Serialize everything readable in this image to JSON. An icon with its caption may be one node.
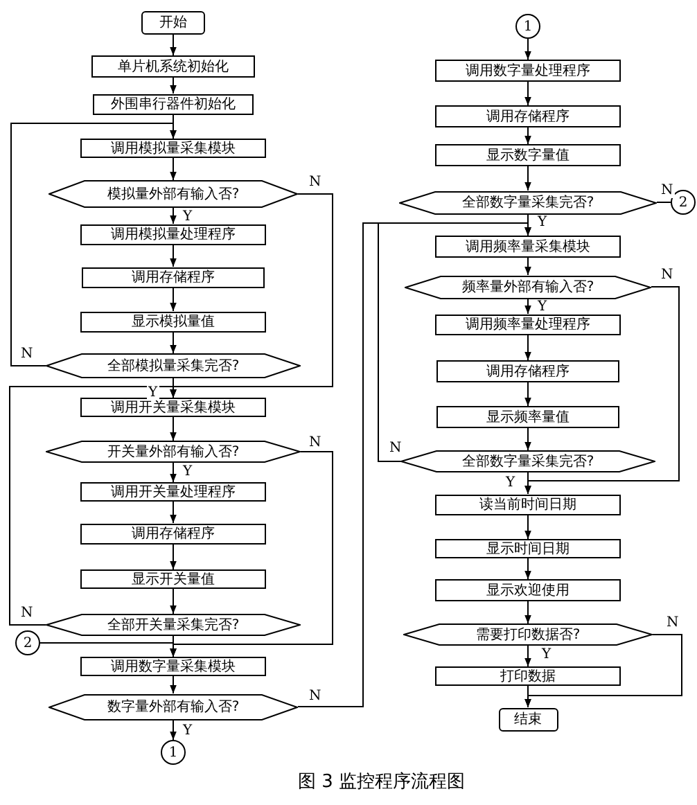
{
  "diagram": {
    "caption": "图 3 监控程序流程图",
    "nodes": [
      {
        "text": [
          "开始"
        ]
      },
      {
        "text": [
          "单片机系统初始化"
        ]
      },
      {
        "text": [
          "外围串行器件初始化"
        ]
      },
      {
        "text": [
          "调用模拟量采集模块"
        ]
      },
      {
        "text": [
          "模拟量外部有输入否?"
        ]
      },
      {
        "text": [
          "调用模拟量处理程序"
        ]
      },
      {
        "text": [
          "调用存储程序"
        ]
      },
      {
        "text": [
          "显示模拟量值"
        ]
      },
      {
        "text": [
          "全部模拟量采集完否?"
        ]
      },
      {
        "text": [
          "调用开关量采集模块"
        ]
      },
      {
        "text": [
          "开关量外部有输入否?"
        ]
      },
      {
        "text": [
          "调用开关量处理程序"
        ]
      },
      {
        "text": [
          "调用存储程序"
        ]
      },
      {
        "text": [
          "显示开关量值"
        ]
      },
      {
        "text": [
          "全部开关量采集完否?"
        ]
      },
      {
        "text": [
          "2"
        ]
      },
      {
        "text": [
          "调用数字量采集模块"
        ]
      },
      {
        "text": [
          "数字量外部有输入否?"
        ]
      },
      {
        "text": [
          "1"
        ]
      },
      {
        "text": [
          "1"
        ]
      },
      {
        "text": [
          "调用数字量处理程序"
        ]
      },
      {
        "text": [
          "调用存储程序"
        ]
      },
      {
        "text": [
          "显示数字量值"
        ]
      },
      {
        "text": [
          "全部数字量采集完否?"
        ]
      },
      {
        "text": [
          "2"
        ]
      },
      {
        "text": [
          "调用频率量采集模块"
        ]
      },
      {
        "text": [
          "频率量外部有输入否?"
        ]
      },
      {
        "text": [
          "调用频率量处理程序"
        ]
      },
      {
        "text": [
          "调用存储程序"
        ]
      },
      {
        "text": [
          "显示频率量值"
        ]
      },
      {
        "text": [
          "全部数字量采集完否?"
        ]
      },
      {
        "text": [
          "读当前时间日期"
        ]
      },
      {
        "text": [
          "显示时间日期"
        ]
      },
      {
        "text": [
          "显示欢迎使用"
        ]
      },
      {
        "text": [
          "需要打印数据否?"
        ]
      },
      {
        "text": [
          "打印数据"
        ]
      },
      {
        "text": [
          "结束"
        ]
      }
    ],
    "edges": [
      {
        "from": 0,
        "to": 1,
        "arrow": "to"
      },
      {
        "from": 1,
        "to": 2,
        "arrow": "to"
      },
      {
        "from": 2,
        "to": 3,
        "arrow": "to"
      },
      {
        "from": 3,
        "to": 4,
        "arrow": "to"
      },
      {
        "from": 4,
        "to": 5,
        "arrow": "to",
        "label": "Y"
      },
      {
        "from": 5,
        "to": 6,
        "arrow": "to"
      },
      {
        "from": 6,
        "to": 7,
        "arrow": "to"
      },
      {
        "from": 7,
        "to": 8,
        "arrow": "to"
      },
      {
        "from": 8,
        "to": 3,
        "arrow": "to",
        "label": "N"
      },
      {
        "from": 4,
        "to": 9,
        "arrow": "to",
        "label": "N"
      },
      {
        "from": 8,
        "to": 9,
        "arrow": "to",
        "label": "Y"
      },
      {
        "from": 9,
        "to": 10,
        "arrow": "to"
      },
      {
        "from": 10,
        "to": 11,
        "arrow": "to",
        "label": "Y"
      },
      {
        "from": 11,
        "to": 12,
        "arrow": "to"
      },
      {
        "from": 12,
        "to": 13,
        "arrow": "to"
      },
      {
        "from": 13,
        "to": 14,
        "arrow": "to"
      },
      {
        "from": 14,
        "to": 9,
        "arrow": "to",
        "label": "N"
      },
      {
        "from": 10,
        "to": 16,
        "arrow": "to",
        "label": "N"
      },
      {
        "from": 15,
        "to": 16,
        "arrow": "to"
      },
      {
        "from": 14,
        "to": 16,
        "arrow": "to"
      },
      {
        "from": 16,
        "to": 17,
        "arrow": "to"
      },
      {
        "from": 17,
        "to": 18,
        "arrow": "to",
        "label": "Y"
      },
      {
        "from": 17,
        "to": 25,
        "arrow": "to",
        "label": "N"
      },
      {
        "from": 19,
        "to": 20,
        "arrow": "to"
      },
      {
        "from": 20,
        "to": 21,
        "arrow": "to"
      },
      {
        "from": 21,
        "to": 22,
        "arrow": "to"
      },
      {
        "from": 22,
        "to": 23,
        "arrow": "to"
      },
      {
        "from": 23,
        "to": 24,
        "arrow": "none",
        "label": "N"
      },
      {
        "from": 23,
        "to": 25,
        "arrow": "to",
        "label": "Y"
      },
      {
        "from": 25,
        "to": 26,
        "arrow": "to"
      },
      {
        "from": 26,
        "to": 27,
        "arrow": "to",
        "label": "Y"
      },
      {
        "from": 27,
        "to": 28,
        "arrow": "to"
      },
      {
        "from": 28,
        "to": 29,
        "arrow": "to"
      },
      {
        "from": 29,
        "to": 30,
        "arrow": "to"
      },
      {
        "from": 30,
        "to": 25,
        "arrow": "to",
        "label": "N"
      },
      {
        "from": 26,
        "to": 31,
        "arrow": "to",
        "label": "N"
      },
      {
        "from": 30,
        "to": 31,
        "arrow": "to",
        "label": "Y"
      },
      {
        "from": 31,
        "to": 32,
        "arrow": "to"
      },
      {
        "from": 32,
        "to": 33,
        "arrow": "to"
      },
      {
        "from": 33,
        "to": 34,
        "arrow": "to"
      },
      {
        "from": 34,
        "to": 35,
        "arrow": "to",
        "label": "Y"
      },
      {
        "from": 34,
        "to": 36,
        "arrow": "to",
        "label": "N"
      },
      {
        "from": 35,
        "to": 36,
        "arrow": "to"
      }
    ]
  }
}
